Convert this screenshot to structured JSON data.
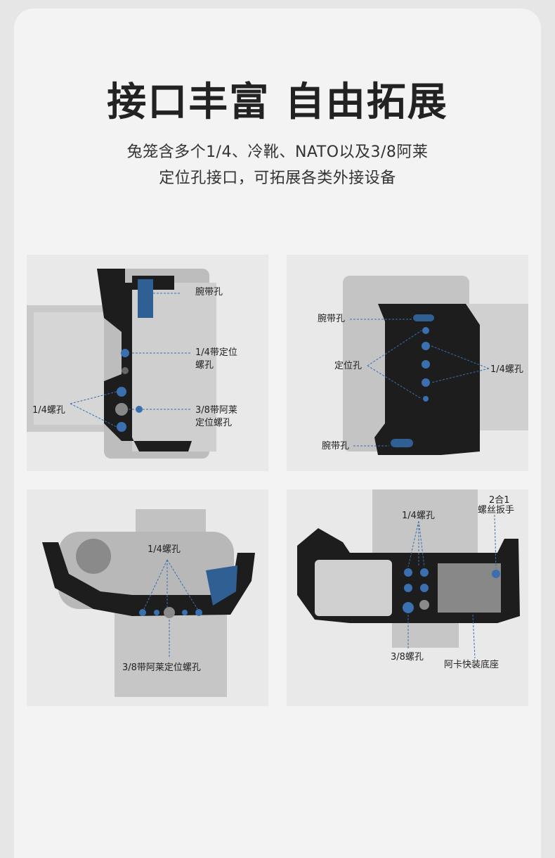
{
  "header": {
    "title": "接口丰富 自由拓展",
    "subtitle_line1": "兔笼含多个1/4、冷靴、NATO以及3/8阿莱",
    "subtitle_line2": "定位孔接口，可拓展各类外接设备"
  },
  "panel1": {
    "strap_hole": "腕带孔",
    "quarter_positioning_line1": "1/4带定位",
    "quarter_positioning_line2": "螺孔",
    "quarter_screw": "1/4螺孔",
    "arri_line1": "3/8带阿莱",
    "arri_line2": "定位螺孔"
  },
  "panel2": {
    "strap_hole_top": "腕带孔",
    "positioning_hole": "定位孔",
    "quarter_screw": "1/4螺孔",
    "strap_hole_bottom": "腕带孔"
  },
  "panel3": {
    "quarter_screw": "1/4螺孔",
    "arri_positioning": "3/8带阿莱定位螺孔"
  },
  "panel4": {
    "wrench_line1": "2合1",
    "wrench_line2": "螺丝扳手",
    "quarter_screw": "1/4螺孔",
    "three_eighths": "3/8螺孔",
    "arca_base": "阿卡快装底座"
  }
}
